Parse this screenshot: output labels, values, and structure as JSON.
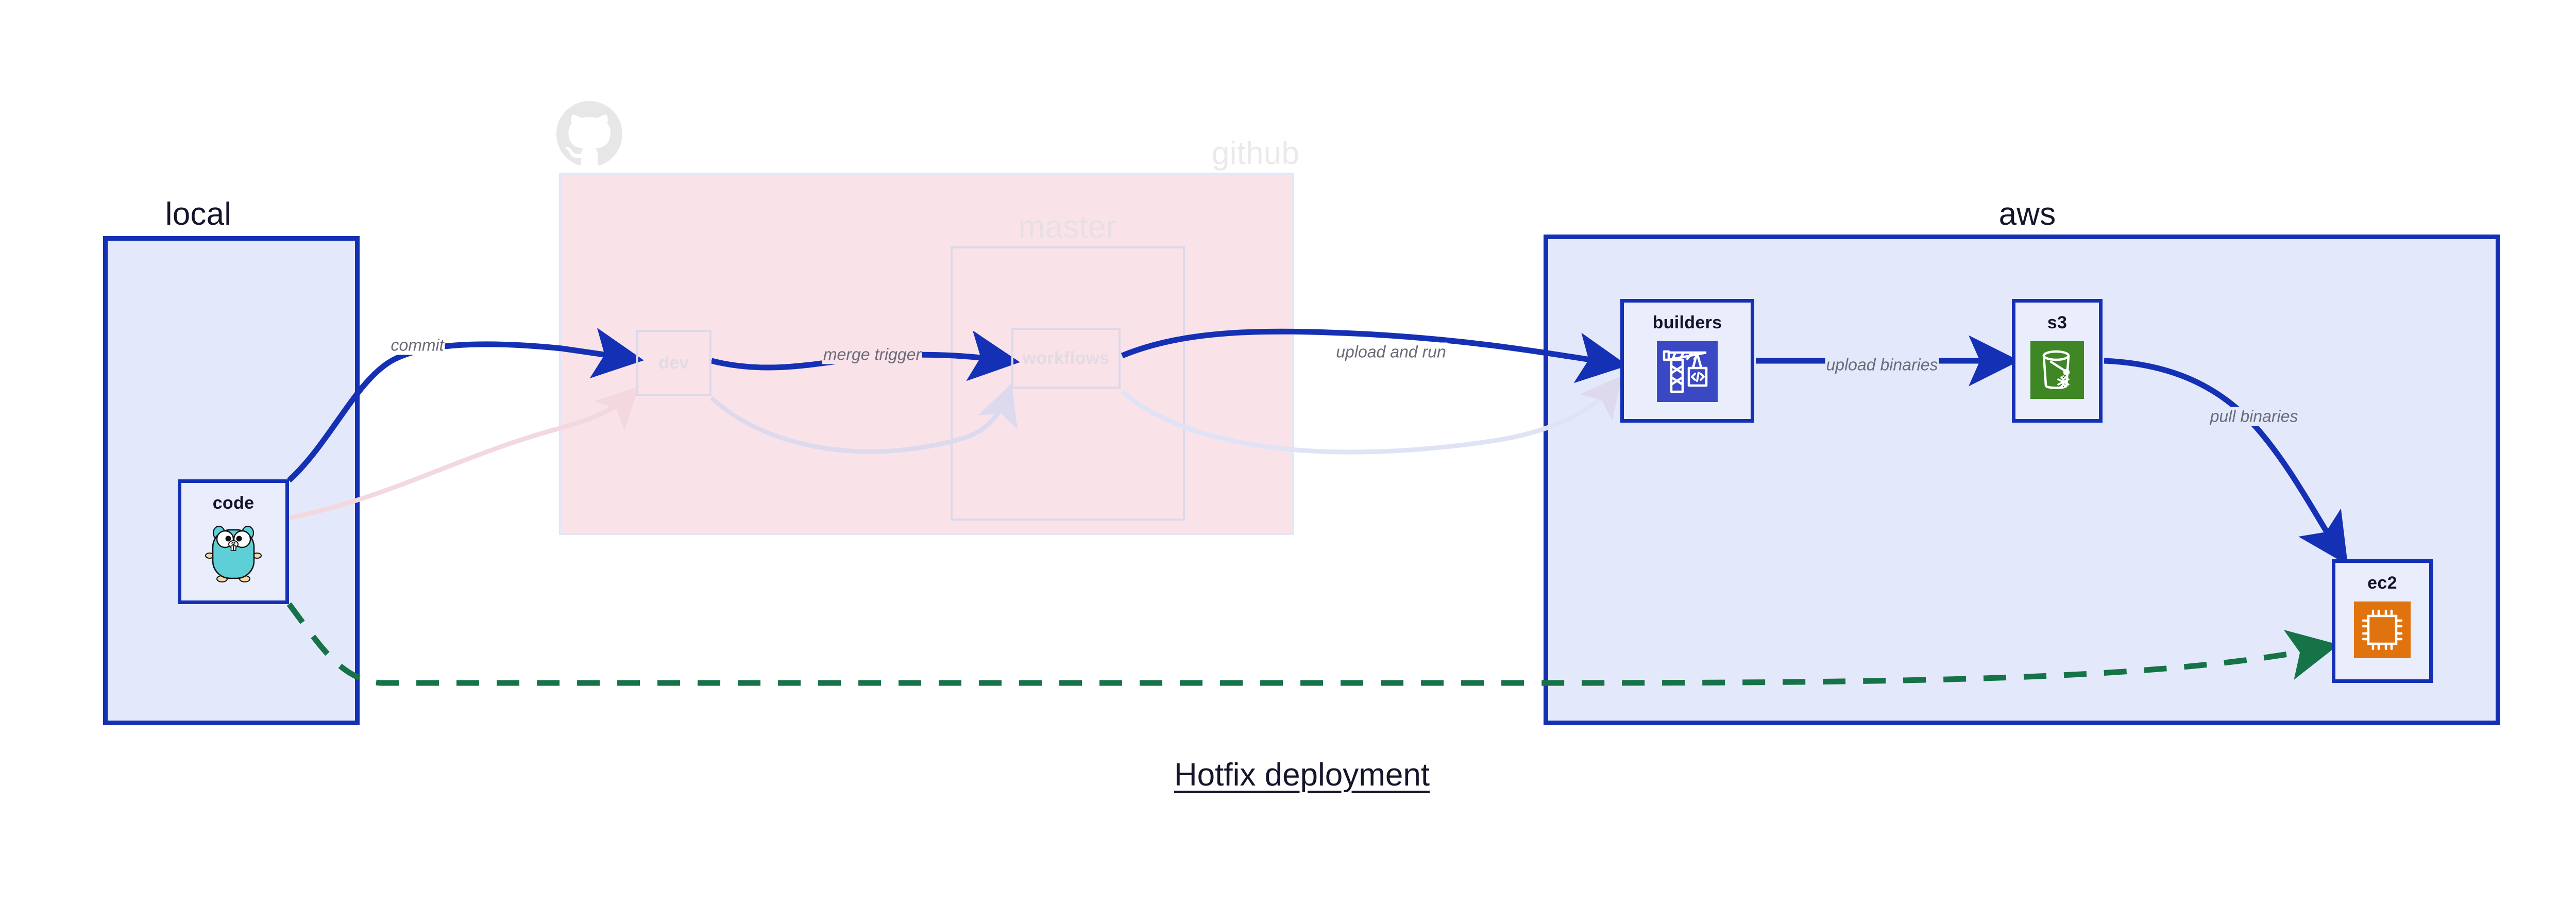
{
  "diagram": {
    "title": "Hotfix deployment",
    "regions": [
      {
        "id": "local",
        "label": "local",
        "fill": "#e4e8fb",
        "border": "#1430b4",
        "faded": false
      },
      {
        "id": "github",
        "label": "github",
        "fill": "#f9e3e9",
        "border": "#e2e7f7",
        "faded": true
      },
      {
        "id": "master",
        "label": "master",
        "fill": "transparent",
        "border": "#ddd8ea",
        "faded": true
      },
      {
        "id": "aws",
        "label": "aws",
        "fill": "#e4e8fb",
        "border": "#1430b4",
        "faded": false
      }
    ],
    "nodes": [
      {
        "id": "code",
        "label": "code",
        "icon": "go-gopher-icon",
        "region": "local",
        "faded": false
      },
      {
        "id": "dev",
        "label": "dev",
        "icon": "none",
        "region": "github",
        "faded": true
      },
      {
        "id": "workflows",
        "label": "workflows",
        "icon": "none",
        "region": "master",
        "faded": true
      },
      {
        "id": "builders",
        "label": "builders",
        "icon": "aws-crane-icon",
        "region": "aws",
        "faded": false
      },
      {
        "id": "s3",
        "label": "s3",
        "icon": "aws-s3-bucket-icon",
        "region": "aws",
        "faded": false
      },
      {
        "id": "ec2",
        "label": "ec2",
        "icon": "aws-ec2-chip-icon",
        "region": "aws",
        "faded": false
      }
    ],
    "edges": [
      {
        "id": "commit",
        "label": "commit",
        "from": "code",
        "to": "dev",
        "style": "solid",
        "color": "#1430b4",
        "faded": false
      },
      {
        "id": "merge-trigger",
        "label": "merge trigger",
        "from": "dev",
        "to": "workflows",
        "style": "solid",
        "color": "#1430b4",
        "faded": false
      },
      {
        "id": "upload-and-run",
        "label": "upload and run",
        "from": "workflows",
        "to": "builders",
        "style": "solid",
        "color": "#1430b4",
        "faded": false
      },
      {
        "id": "upload-binaries",
        "label": "upload binaries",
        "from": "builders",
        "to": "s3",
        "style": "solid",
        "color": "#1430b4",
        "faded": false
      },
      {
        "id": "pull-binaries",
        "label": "pull binaries",
        "from": "s3",
        "to": "ec2",
        "style": "solid",
        "color": "#1430b4",
        "faded": false
      },
      {
        "id": "hotfix-direct",
        "label": "",
        "from": "code",
        "to": "ec2",
        "style": "dashed",
        "color": "#157347",
        "faded": false
      },
      {
        "id": "faded-code-dev",
        "label": "",
        "from": "code",
        "to": "dev",
        "style": "solid",
        "color": "#f6dde3",
        "faded": true
      },
      {
        "id": "faded-dev-workflows",
        "label": "",
        "from": "dev",
        "to": "workflows",
        "style": "solid",
        "color": "#e0dcef",
        "faded": true
      },
      {
        "id": "faded-workflows-builders",
        "label": "",
        "from": "workflows",
        "to": "builders",
        "style": "solid",
        "color": "#dfe3f5",
        "faded": true
      }
    ],
    "colors": {
      "accent_blue": "#1430b4",
      "region_blue_fill": "#e4e8fb",
      "region_pink_fill": "#f9e3e9",
      "dashed_green": "#157347",
      "label_gray": "#6b6b78",
      "text_dark": "#14142b",
      "aws_builders_tile": "#3b48c4",
      "aws_s3_tile": "#3f8624",
      "aws_ec2_tile": "#e0730d",
      "gopher_body": "#5ecfd6"
    }
  }
}
